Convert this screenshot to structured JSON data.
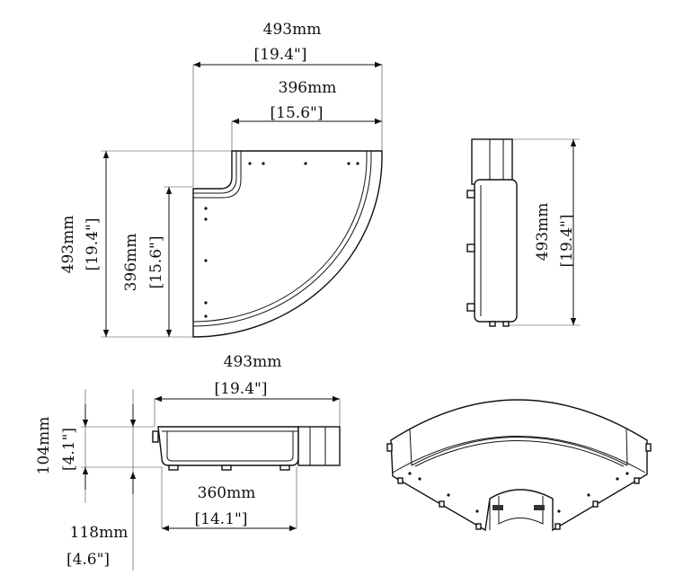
{
  "top_view": {
    "width_total": {
      "mm": "493mm",
      "in": "[19.4\"]"
    },
    "width_inner": {
      "mm": "396mm",
      "in": "[15.6\"]"
    },
    "height_total": {
      "mm": "493mm",
      "in": "[19.4\"]"
    },
    "height_inner": {
      "mm": "396mm",
      "in": "[15.6\"]"
    }
  },
  "side_view": {
    "height": {
      "mm": "493mm",
      "in": "[19.4\"]"
    }
  },
  "front_view": {
    "width_total": {
      "mm": "493mm",
      "in": "[19.4\"]"
    },
    "width_body": {
      "mm": "360mm",
      "in": "[14.1\"]"
    },
    "depth": {
      "mm": "104mm",
      "in": "[4.1\"]"
    },
    "depth_total": {
      "mm": "118mm",
      "in": "[4.6\"]"
    }
  }
}
